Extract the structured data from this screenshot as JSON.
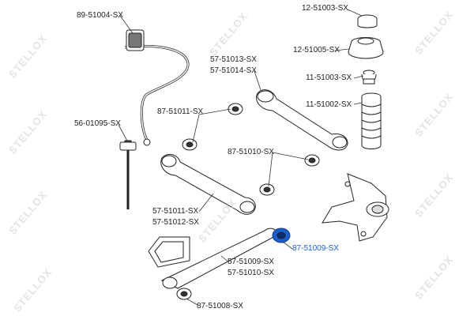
{
  "brand": {
    "watermark": "STELLOX"
  },
  "parts": [
    {
      "code": "89-51004-SX",
      "highlight": false
    },
    {
      "code": "12-51003-SX",
      "highlight": false
    },
    {
      "code": "12-51005-SX",
      "highlight": false
    },
    {
      "code": "57-51013-SX",
      "highlight": false
    },
    {
      "code": "57-51014-SX",
      "highlight": false
    },
    {
      "code": "11-51003-SX",
      "highlight": false
    },
    {
      "code": "11-51002-SX",
      "highlight": false
    },
    {
      "code": "87-51011-SX",
      "highlight": false
    },
    {
      "code": "56-01095-SX",
      "highlight": false
    },
    {
      "code": "87-51010-SX",
      "highlight": false
    },
    {
      "code": "57-51011-SX",
      "highlight": false
    },
    {
      "code": "57-51012-SX",
      "highlight": false
    },
    {
      "code": "87-51009-SX",
      "highlight": true
    },
    {
      "code": "57-51009-SX",
      "highlight": false
    },
    {
      "code": "57-51010-SX",
      "highlight": false
    },
    {
      "code": "87-51008-SX",
      "highlight": false
    }
  ],
  "colors": {
    "line": "#222222",
    "highlight": "#1a5fd0",
    "part_fill": "#ffffff",
    "bushing": "#3a3a3a",
    "watermark": "#e4e4e4"
  }
}
